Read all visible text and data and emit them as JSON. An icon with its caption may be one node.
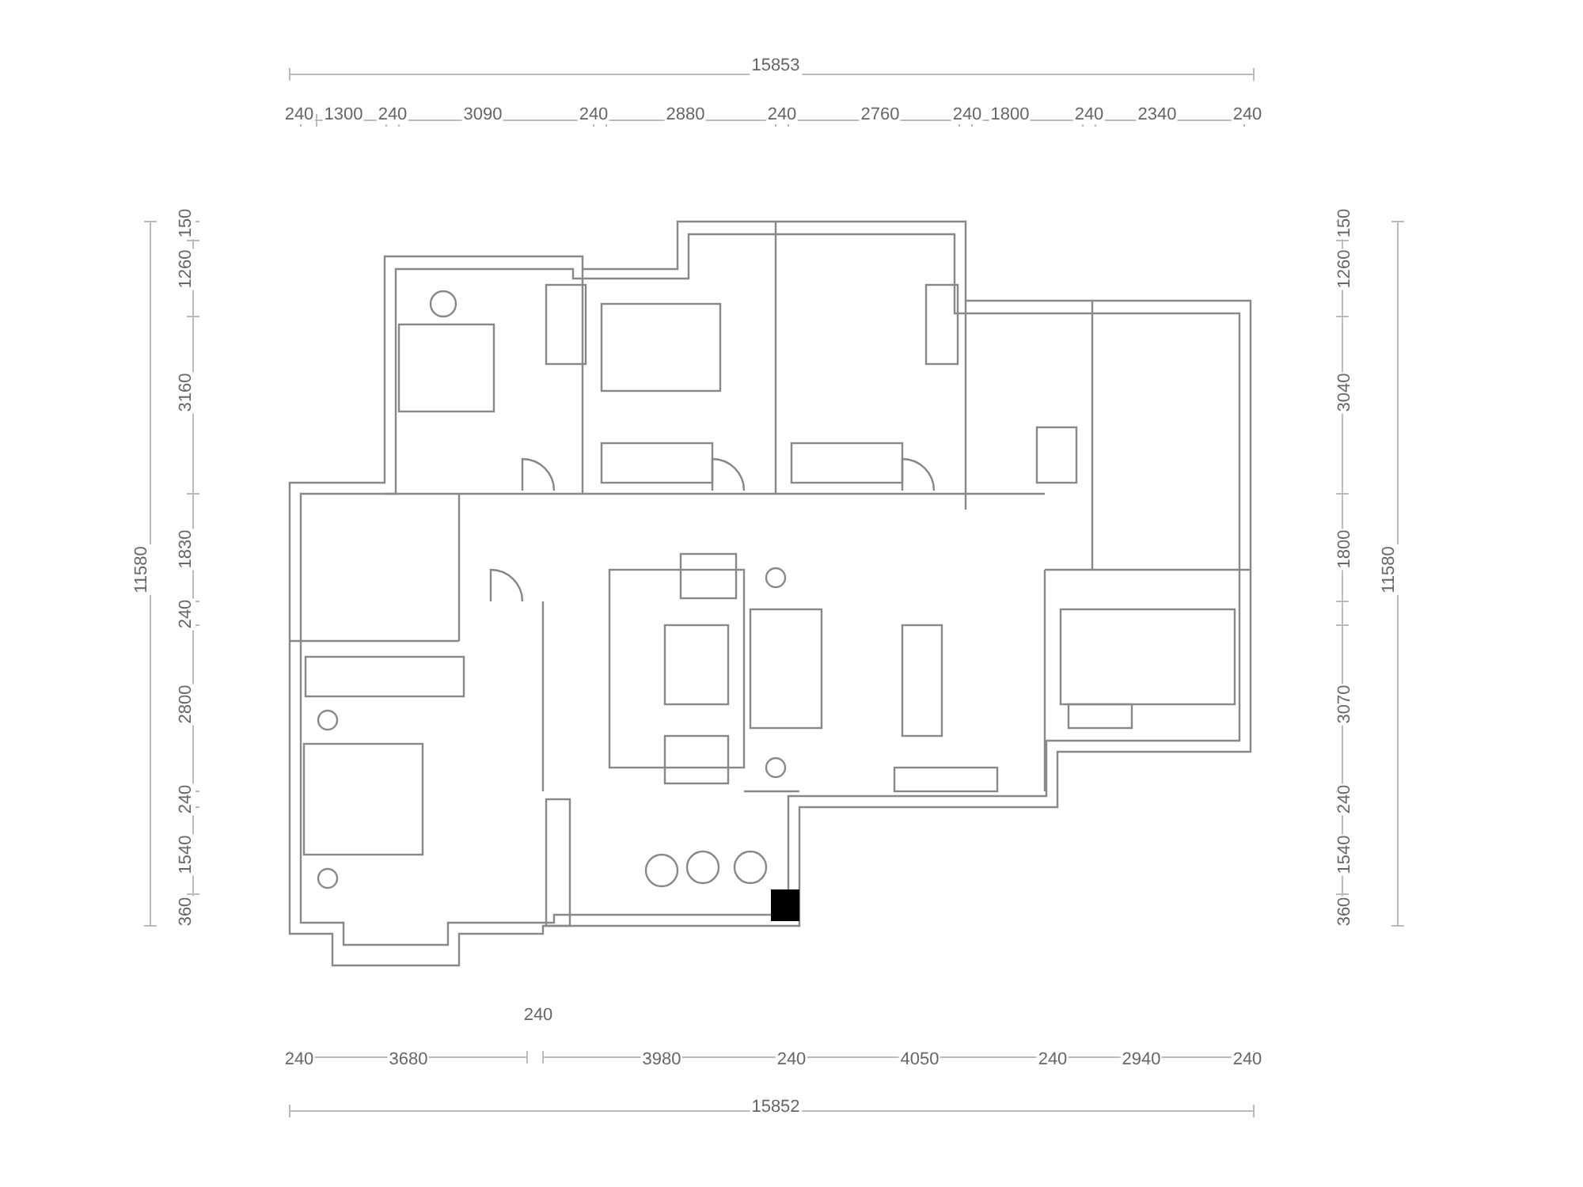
{
  "diagram": {
    "labels": [
      "15853",
      "240",
      "1300",
      "240",
      "3090",
      "240",
      "2880",
      "240",
      "2760",
      "240",
      "1800",
      "240",
      "2340",
      "240",
      "150",
      "1260",
      "3160",
      "1830",
      "240",
      "2800",
      "240",
      "1540",
      "360",
      "11580",
      "150",
      "1260",
      "3040",
      "1800",
      "3070",
      "240",
      "1540",
      "360",
      "11580",
      "240",
      "240",
      "3680",
      "3980",
      "240",
      "4050",
      "240",
      "2940",
      "240",
      "15852"
    ]
  }
}
